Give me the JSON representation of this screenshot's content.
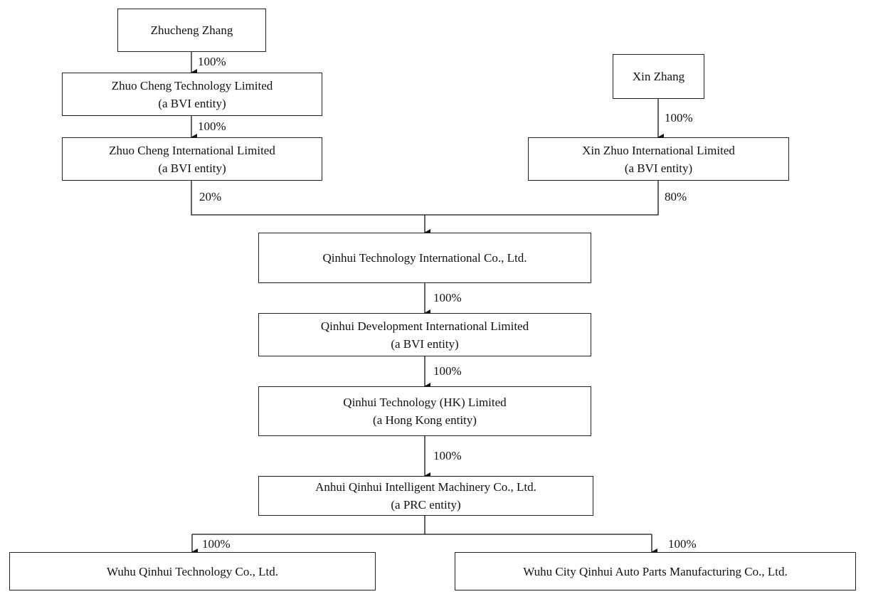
{
  "entities": {
    "zhucheng_zhang": {
      "name": "Zhucheng Zhang"
    },
    "zhuo_cheng_tech": {
      "name": "Zhuo Cheng Technology Limited",
      "sub": "(a BVI entity)"
    },
    "zhuo_cheng_intl": {
      "name": "Zhuo Cheng International Limited",
      "sub": "(a BVI entity)"
    },
    "xin_zhang": {
      "name": "Xin Zhang"
    },
    "xin_zhuo_intl": {
      "name": "Xin Zhuo International Limited",
      "sub": "(a BVI entity)"
    },
    "qinhui_tech_intl": {
      "name": "Qinhui Technology International Co., Ltd."
    },
    "qinhui_dev_intl": {
      "name": "Qinhui Development International Limited",
      "sub": "(a BVI entity)"
    },
    "qinhui_hk": {
      "name": "Qinhui Technology (HK) Limited",
      "sub": "(a Hong Kong entity)"
    },
    "anhui_qinhui": {
      "name": "Anhui Qinhui Intelligent Machinery Co., Ltd.",
      "sub": "(a PRC entity)"
    },
    "wuhu_qinhui_tech": {
      "name": "Wuhu Qinhui Technology Co., Ltd."
    },
    "wuhu_city_auto": {
      "name": "Wuhu City Qinhui Auto Parts Manufacturing Co., Ltd."
    }
  },
  "ownership": {
    "zhucheng_to_zctech": "100%",
    "zctech_to_zcintl": "100%",
    "xinzhang_to_xzintl": "100%",
    "zcintl_to_qinhui": "20%",
    "xzintl_to_qinhui": "80%",
    "qinhui_to_dev": "100%",
    "dev_to_hk": "100%",
    "hk_to_anhui": "100%",
    "anhui_to_wuhu_tech": "100%",
    "anhui_to_wuhu_city": "100%"
  }
}
